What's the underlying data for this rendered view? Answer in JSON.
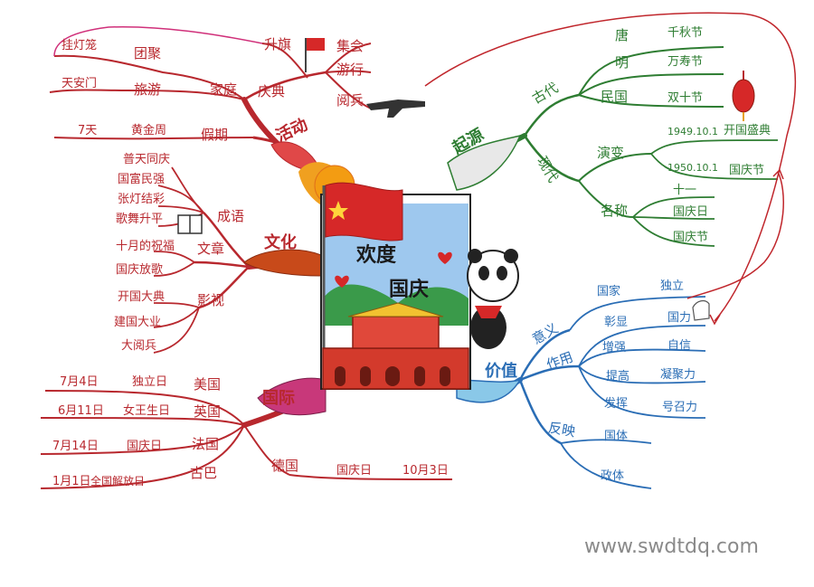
{
  "center": {
    "line1": "欢度",
    "line2": "国庆"
  },
  "branches": {
    "activities": {
      "label": "活动",
      "family": {
        "label": "家庭",
        "left": [
          "挂灯笼",
          "天安门"
        ],
        "right": [
          "团聚",
          "旅游"
        ]
      },
      "celebration": {
        "label": "庆典",
        "items": [
          "升旗",
          "集会",
          "游行",
          "阅兵"
        ]
      },
      "holiday": {
        "label": "假期",
        "items": [
          "7天",
          "黄金周"
        ]
      }
    },
    "origin": {
      "label": "起源",
      "ancient": {
        "label": "古代",
        "rows": [
          [
            "唐",
            "千秋节"
          ],
          [
            "明",
            "万寿节"
          ],
          [
            "民国",
            "双十节"
          ]
        ]
      },
      "modern": {
        "label": "现代",
        "evolution": {
          "label": "演变",
          "rows": [
            [
              "1949.10.1",
              "开国盛典"
            ],
            [
              "1950.10.1",
              "国庆节"
            ]
          ]
        },
        "names": {
          "label": "名称",
          "items": [
            "十一",
            "国庆日",
            "国庆节"
          ]
        }
      }
    },
    "culture": {
      "label": "文化",
      "idioms": {
        "label": "成语",
        "items": [
          "普天同庆",
          "国富民强",
          "张灯结彩",
          "歌舞升平"
        ]
      },
      "articles": {
        "label": "文章",
        "items": [
          "十月的祝福",
          "国庆放歌"
        ]
      },
      "films": {
        "label": "影视",
        "items": [
          "开国大典",
          "建国大业",
          "大阅兵"
        ]
      }
    },
    "value": {
      "label": "价值",
      "meaning": {
        "label": "意义",
        "top": [
          "国家",
          "独立"
        ]
      },
      "effect": {
        "label": "作用",
        "rows": [
          [
            "彰显",
            "国力"
          ],
          [
            "增强",
            "自信"
          ],
          [
            "提高",
            "凝聚力"
          ],
          [
            "发挥",
            "号召力"
          ]
        ]
      },
      "reflect": {
        "label": "反映",
        "items": [
          "国体",
          "政体"
        ]
      }
    },
    "international": {
      "label": "国际",
      "rows": [
        [
          "7月4日",
          "独立日",
          "美国"
        ],
        [
          "6月11日",
          "女王生日",
          "英国"
        ],
        [
          "7月14日",
          "国庆日",
          "法国"
        ],
        [
          "1月1日",
          "全国解放日",
          "古巴"
        ]
      ],
      "germany": {
        "label": "德国",
        "items": [
          "国庆日",
          "10月3日"
        ]
      }
    }
  },
  "watermark": "www.swdtdq.com",
  "colors": {
    "red": "#b8282e",
    "green": "#2e7d32",
    "blue": "#2a6db5",
    "purple": "#9b3fa8",
    "gold": "#e6a11a"
  }
}
